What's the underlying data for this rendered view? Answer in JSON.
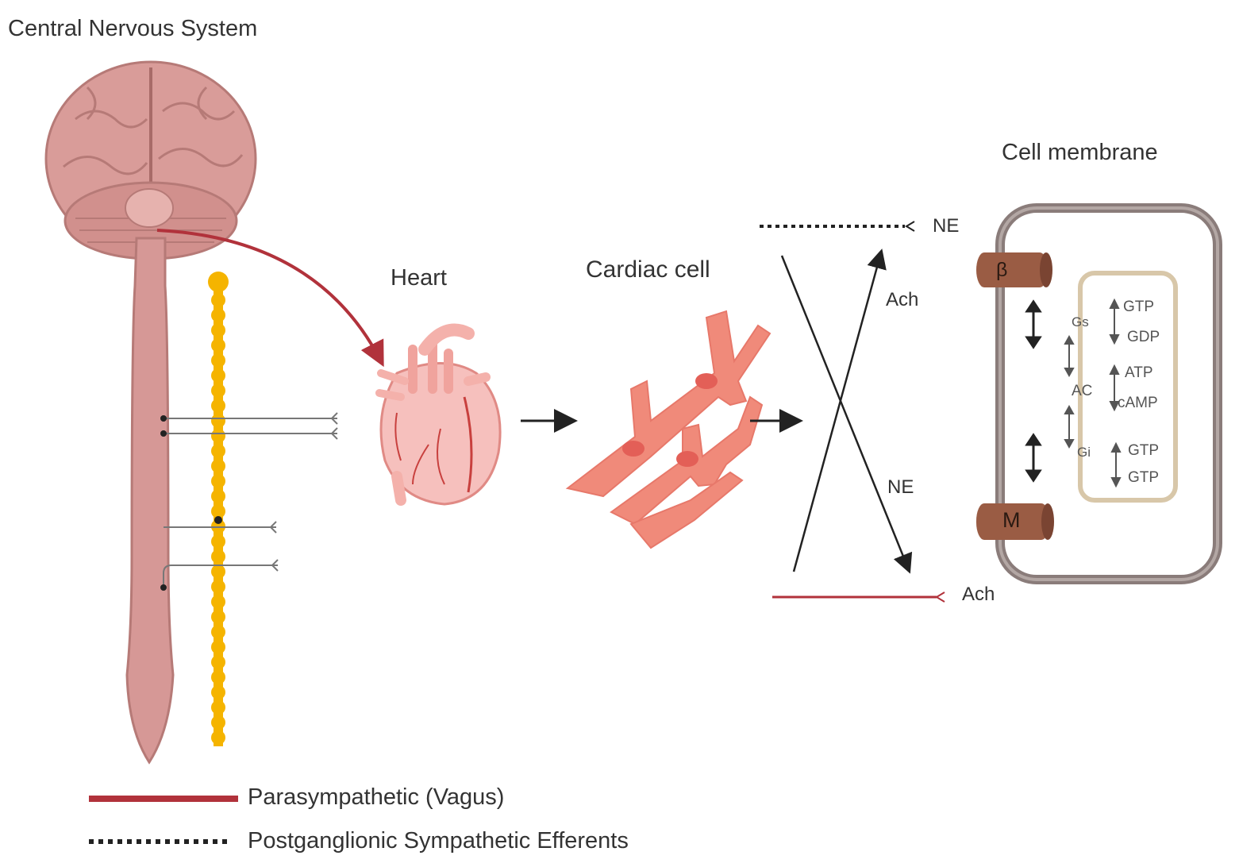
{
  "titles": {
    "cns": "Central Nervous System",
    "heart": "Heart",
    "cardiac_cell": "Cardiac cell",
    "cell_membrane": "Cell membrane"
  },
  "signals": {
    "ne_top": "NE",
    "ach_mid": "Ach",
    "ne_mid": "NE",
    "ach_bottom": "Ach"
  },
  "receptors": {
    "beta": "β",
    "muscarinic": "M"
  },
  "membrane": {
    "gs": "Gs",
    "ac": "AC",
    "gi": "Gi",
    "gtp_1": "GTP",
    "gdp": "GDP",
    "atp": "ATP",
    "camp": "cAMP",
    "gtp_2": "GTP",
    "gtp_3": "GTP"
  },
  "legend": {
    "parasympathetic": "Parasympathetic (Vagus)",
    "sympathetic": "Postganglionic Sympathetic Efferents"
  },
  "colors": {
    "parasympathetic": "#b1323b",
    "sympathetic": "#222222",
    "brain": "#d69896",
    "ganglia_chain": "#f5b400",
    "cardiac_cell": "#f08a7a",
    "membrane_outer": "#8a7c7a",
    "membrane_inner": "#d8c7a9",
    "receptor": "#9a5c44"
  }
}
